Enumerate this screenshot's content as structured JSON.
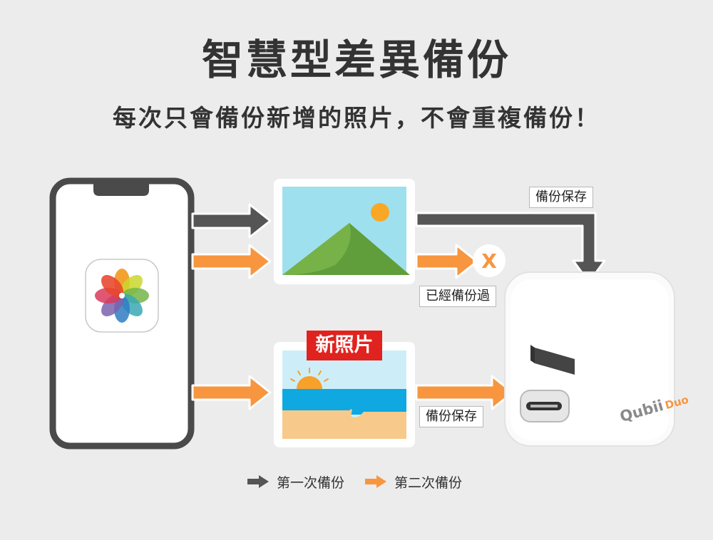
{
  "header": {
    "title": "智慧型差異備份",
    "subtitle": "每次只會備份新增的照片，不會重複備份！"
  },
  "labels": {
    "backup_save_top": "備份保存",
    "already_backed_up": "已經備份過",
    "new_photo_badge": "新照片",
    "backup_save_bottom": "備份保存",
    "skip_mark": "X"
  },
  "device": {
    "brand_main": "Qubii",
    "brand_suffix": "Duo"
  },
  "legend": {
    "first_backup": "第一次備份",
    "second_backup": "第二次備份"
  },
  "colors": {
    "first_backup_arrow": "#555555",
    "second_backup_arrow": "#f7963e",
    "new_badge": "#e0231e",
    "skip_mark": "#f7963e"
  }
}
